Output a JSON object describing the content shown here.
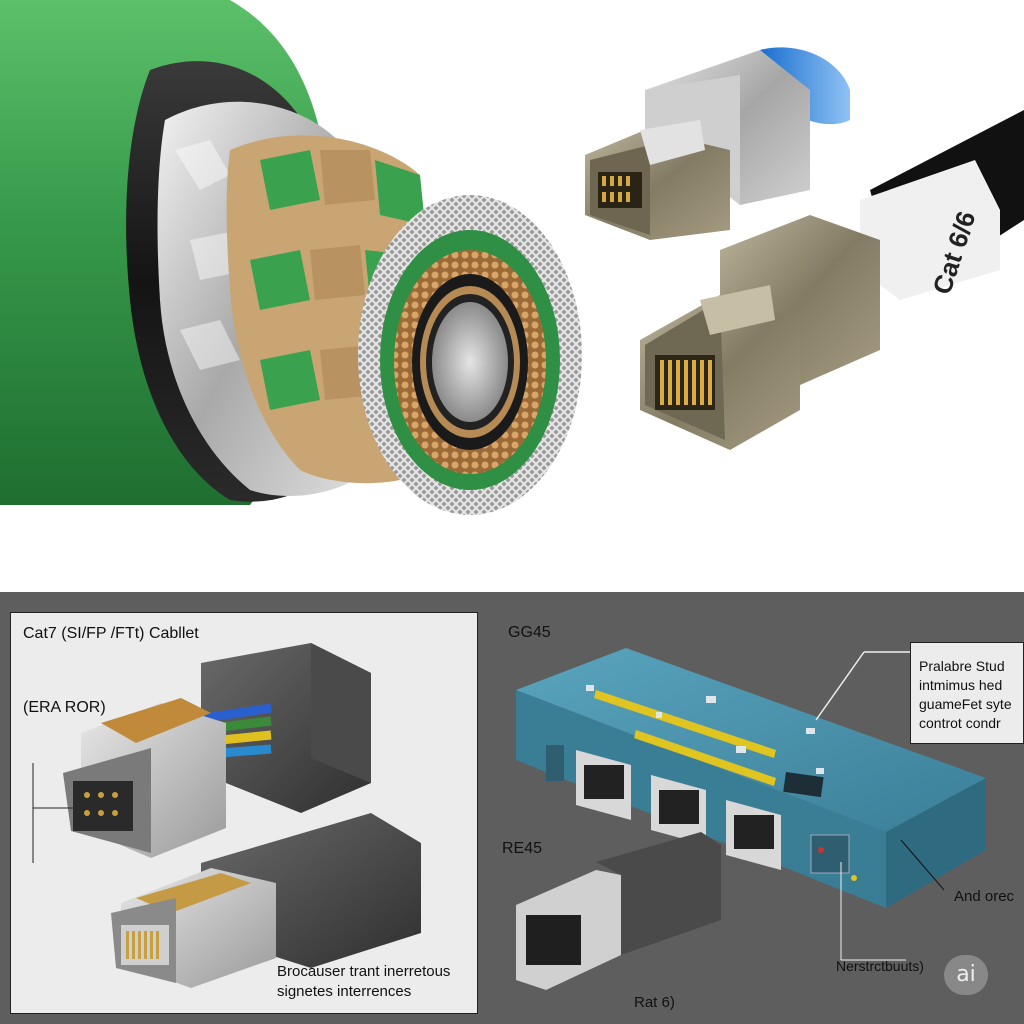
{
  "top_illustration": {
    "cable_jacket_print": "Cat 6/6"
  },
  "left_panel": {
    "title": "Cat7 (SI/FP /FTt) Cabllet",
    "connector_label": "(ERA ROR)",
    "caption_line1": "Brocauser trant inerretous",
    "caption_line2": "signetes interrences"
  },
  "right_panel": {
    "switch_label": "GG45",
    "plug_label": "RE45",
    "plug_caption": "Rat 6)",
    "callout_lines": [
      "Pralabre Stud",
      "intmimus hed",
      "guameFet syte",
      "controt condr"
    ],
    "annotation_right": "And orec",
    "annotation_bottom": "Nerstrctbuuts)",
    "badge": "ai"
  },
  "colors": {
    "green_jacket": "#3a9a4a",
    "foil": "#c8c8c8",
    "copper": "#b8844a",
    "switch_body": "#3f86a0",
    "panel_bg": "#5e5e5e",
    "light_panel": "#ececec"
  }
}
